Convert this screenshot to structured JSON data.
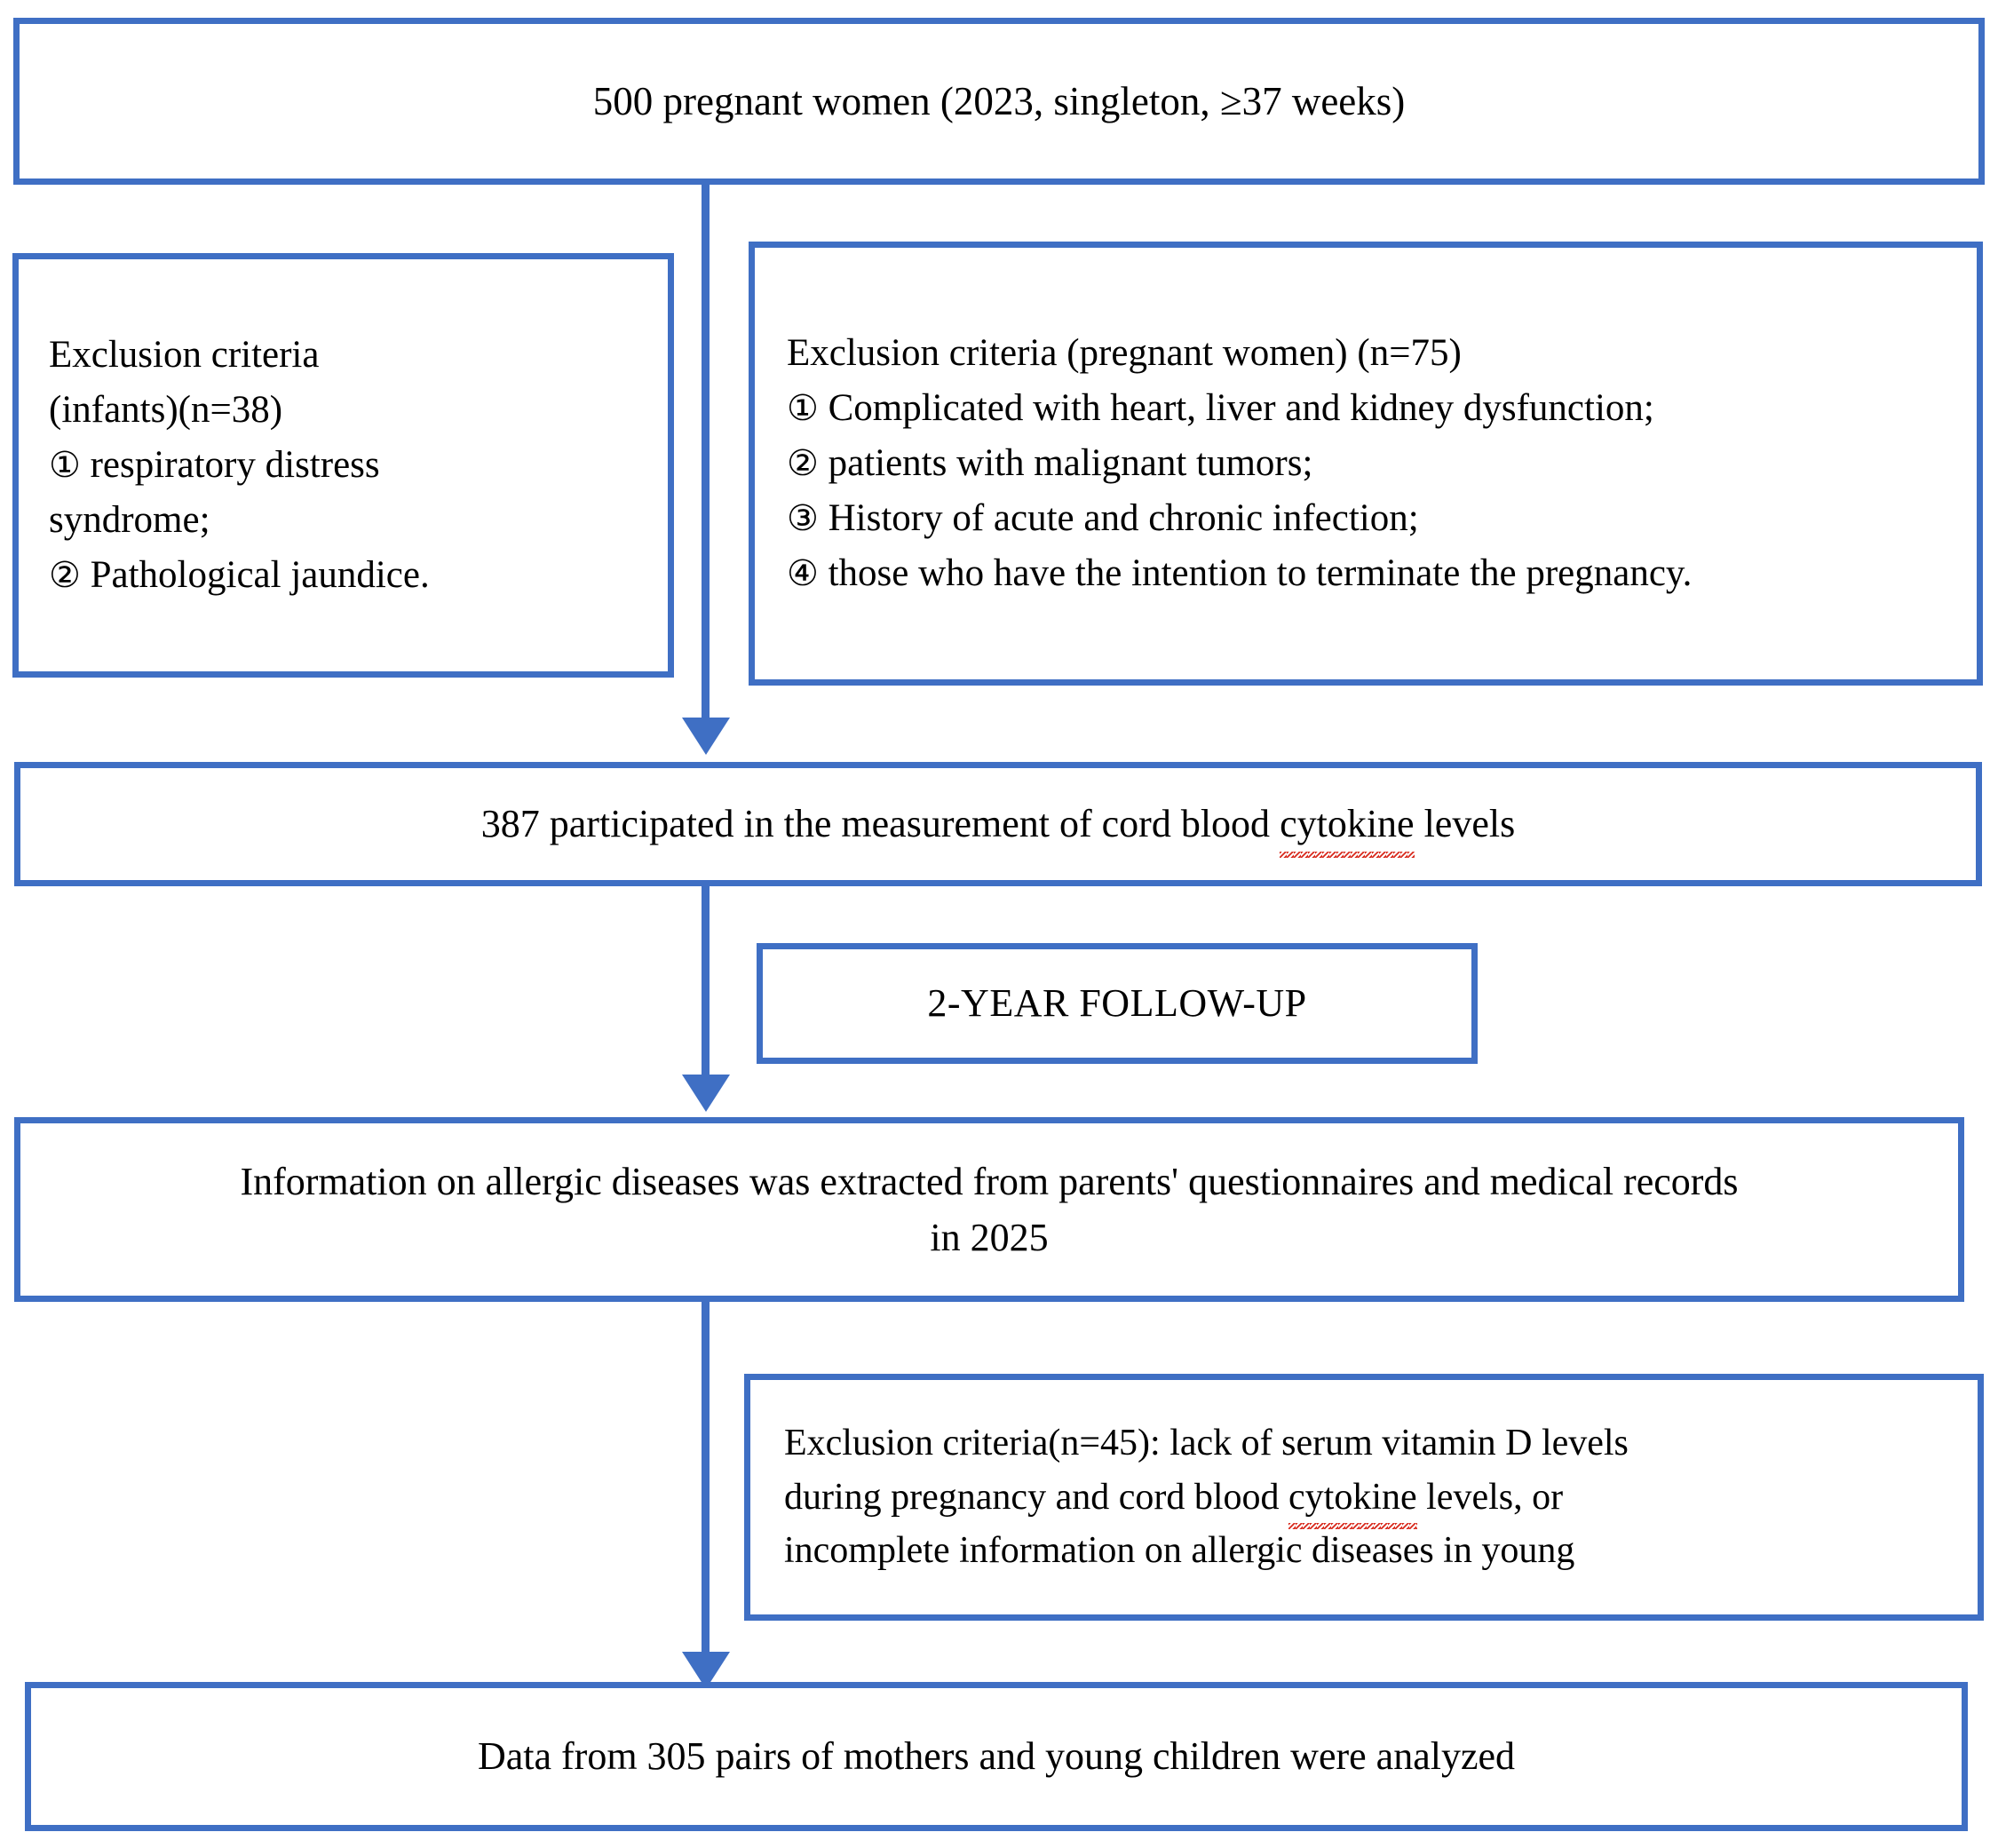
{
  "diagram": {
    "title": "Study participant flow diagram",
    "accent_color": "#3f6fc4",
    "text_color": "#000000",
    "background_color": "#ffffff",
    "spellcheck_underline_color": "#d82b1e"
  },
  "nodes": {
    "enrollment": {
      "label": "500 pregnant women (2023, singleton, ≥37 weeks)"
    },
    "exclusion_infants": {
      "heading_line1": "Exclusion criteria",
      "heading_line2": "(infants)(n=38)",
      "items": [
        {
          "marker": "①",
          "text": " respiratory distress"
        },
        {
          "marker": "",
          "text": "syndrome;"
        },
        {
          "marker": "②",
          "text": " Pathological jaundice."
        }
      ]
    },
    "exclusion_women": {
      "heading": "Exclusion criteria (pregnant women) (n=75)",
      "items": [
        {
          "marker": "①",
          "text": " Complicated with heart, liver and kidney dysfunction;"
        },
        {
          "marker": "②",
          "text": " patients with malignant tumors;"
        },
        {
          "marker": "③",
          "text": " History of acute and chronic infection;"
        },
        {
          "marker": "④",
          "text": " those who have the intention to terminate the pregnancy."
        }
      ]
    },
    "measured": {
      "prefix": "387 participated in the measurement of cord blood ",
      "flagged_word": "cytokine",
      "suffix": " levels"
    },
    "followup": {
      "label": "2-YEAR FOLLOW-UP"
    },
    "extraction": {
      "line1": "Information on allergic diseases was extracted from parents' questionnaires and medical records",
      "line2": "in 2025"
    },
    "exclusion_final": {
      "line1": "Exclusion criteria(n=45): lack of serum vitamin D levels",
      "line2_prefix": "during pregnancy and cord blood ",
      "line2_flagged": "cytokine",
      "line2_suffix": " levels, or",
      "line3": "incomplete information on allergic diseases in young"
    },
    "analyzed": {
      "label": "Data from 305 pairs of mothers and young children were analyzed"
    }
  }
}
